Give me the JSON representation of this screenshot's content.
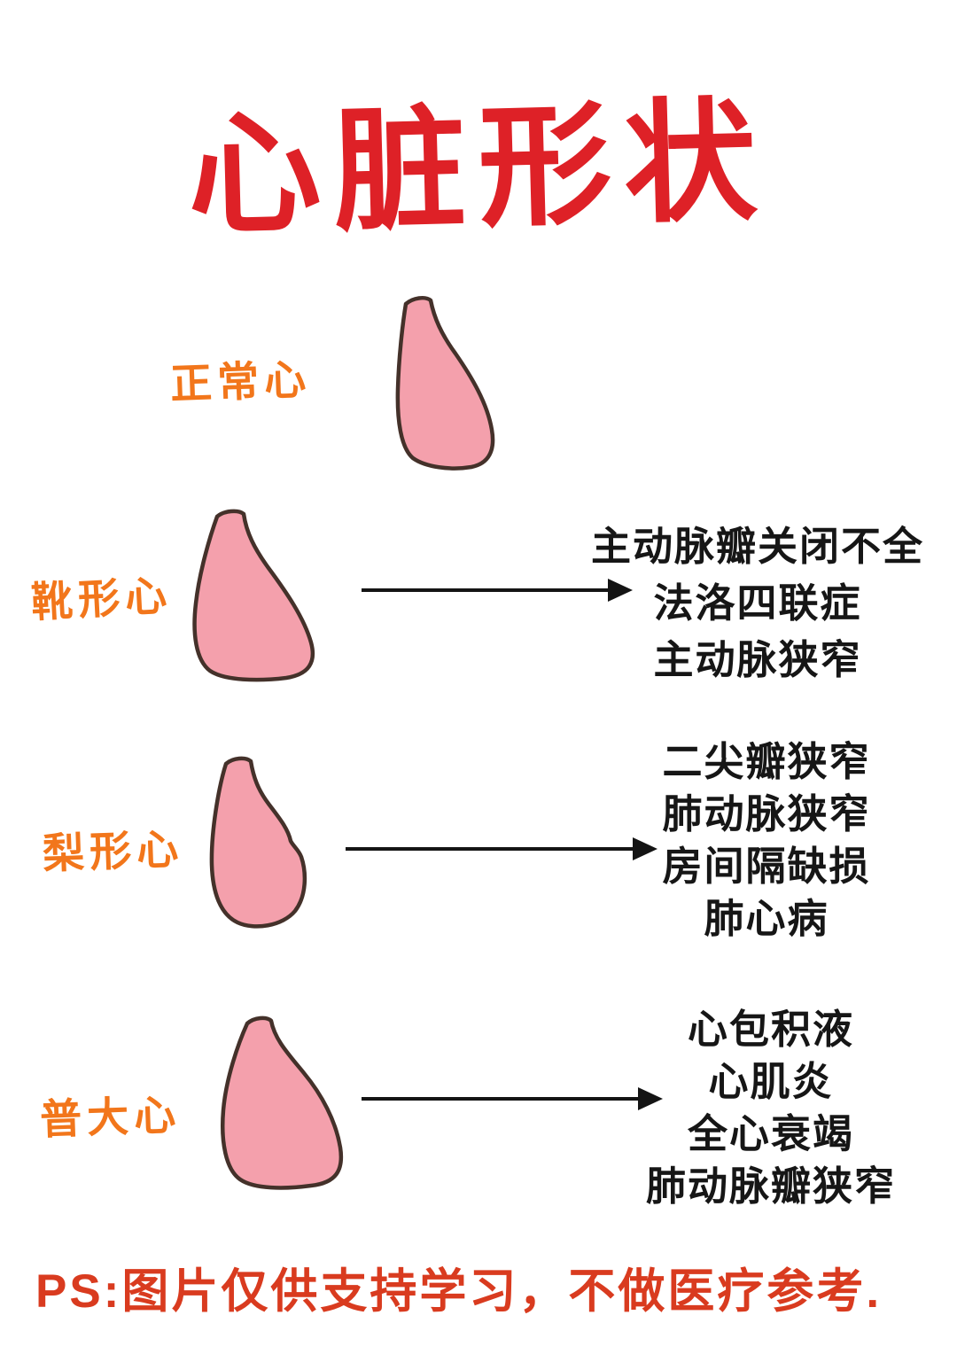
{
  "title": "心脏形状",
  "footnote": "PS:图片仅供支持学习，不做医疗参考.",
  "colors": {
    "title_red": "#de2127",
    "label_orange": "#f2761b",
    "heart_fill": "#f4a0ac",
    "heart_outline": "#44312a",
    "finding_text": "#161616",
    "arrow_black": "#141414",
    "footnote_red": "#d93b1f"
  },
  "sections": [
    {
      "label": "正常心",
      "shape": "normal-heart",
      "findings": []
    },
    {
      "label": "靴形心",
      "shape": "boot-shaped-heart",
      "findings": [
        "主动脉瓣关闭不全",
        "法洛四联症",
        "主动脉狭窄"
      ]
    },
    {
      "label": "梨形心",
      "shape": "pear-shaped-heart",
      "findings": [
        "二尖瓣狭窄",
        "肺动脉狭窄",
        "房间隔缺损",
        "肺心病"
      ]
    },
    {
      "label": "普大心",
      "shape": "globular-enlarged-heart",
      "findings": [
        "心包积液",
        "心肌炎",
        "全心衰竭",
        "肺动脉瓣狭窄"
      ]
    }
  ]
}
